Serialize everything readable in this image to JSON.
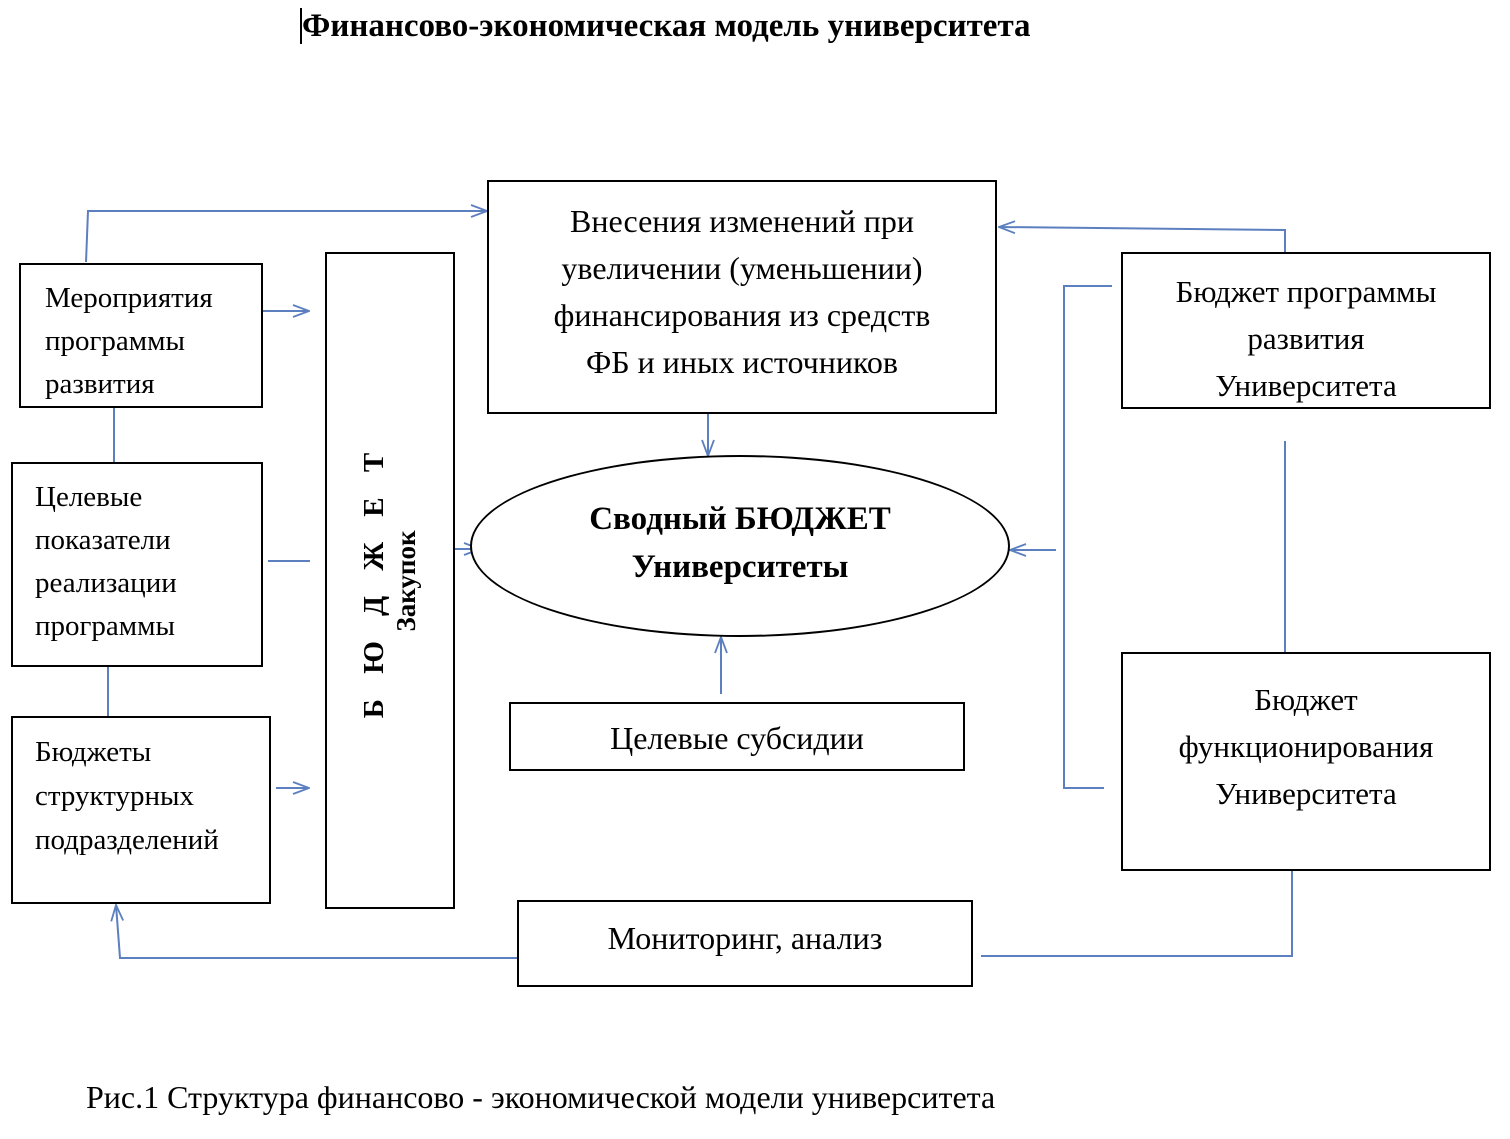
{
  "title": "Финансово-экономическая модель университета",
  "boxes": {
    "meropriyatiya": [
      "Мероприятия",
      "программы",
      "развития"
    ],
    "celevye_pokazateli": [
      "Целевые",
      "показатели",
      "реализации",
      "программы"
    ],
    "byudzhety_podrazdeleniy": [
      "Бюджеты",
      "структурных",
      "подразделений"
    ],
    "byudzhet_zakupok": [
      "Б Ю Д Ж Е Т",
      "Закупок"
    ],
    "vneseniya": [
      "Внесения изменений при",
      "увеличении (уменьшении)",
      "финансирования из средств",
      "ФБ и иных источников"
    ],
    "byudzhet_programmy": [
      "Бюджет программы",
      "развития",
      "Университета"
    ],
    "svodny_byudzhet": [
      "Сводный БЮДЖЕТ",
      "Университеты"
    ],
    "celevye_subsidii": "Целевые субсидии",
    "byudzhet_funkcionirovaniya": [
      "Бюджет",
      "функционирования",
      "Университета"
    ],
    "monitoring": "Мониторинг, анализ"
  },
  "caption": "Рис.1 Структура финансово - экономической модели университета",
  "colors": {
    "connector": "#5b7fbf",
    "border": "#000000",
    "text": "#000000"
  }
}
